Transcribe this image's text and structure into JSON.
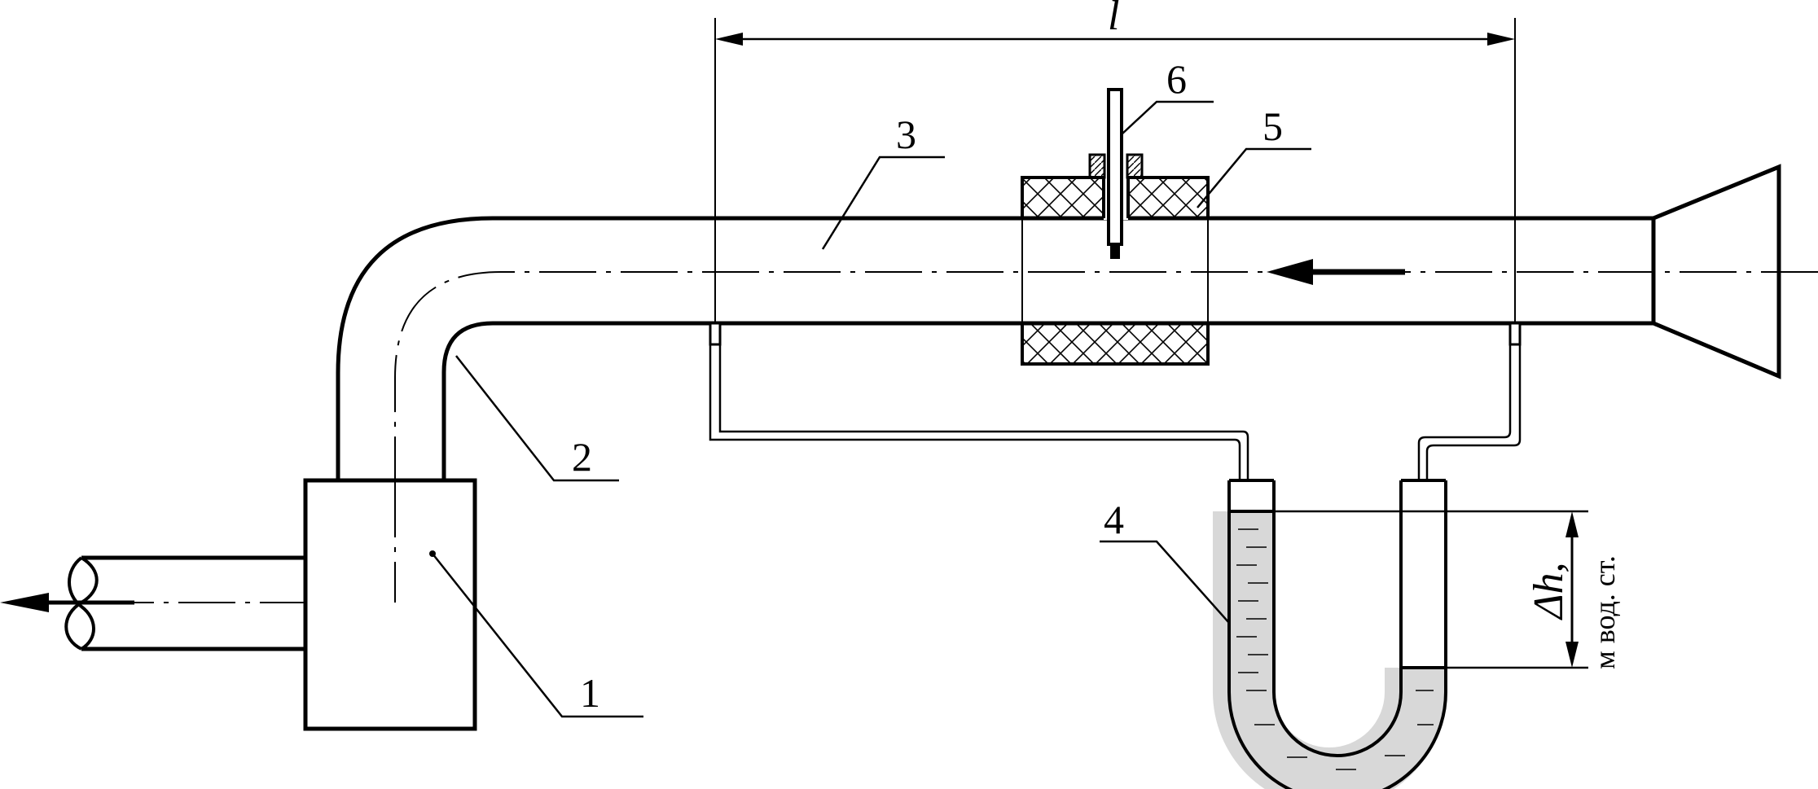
{
  "diagram": {
    "labels": {
      "n1": "1",
      "n2": "2",
      "n3": "3",
      "n4": "4",
      "n5": "5",
      "n6": "6"
    },
    "dimension_length": "l",
    "dh_symbol": "Δh,",
    "dh_unit": "м вод. ст."
  }
}
